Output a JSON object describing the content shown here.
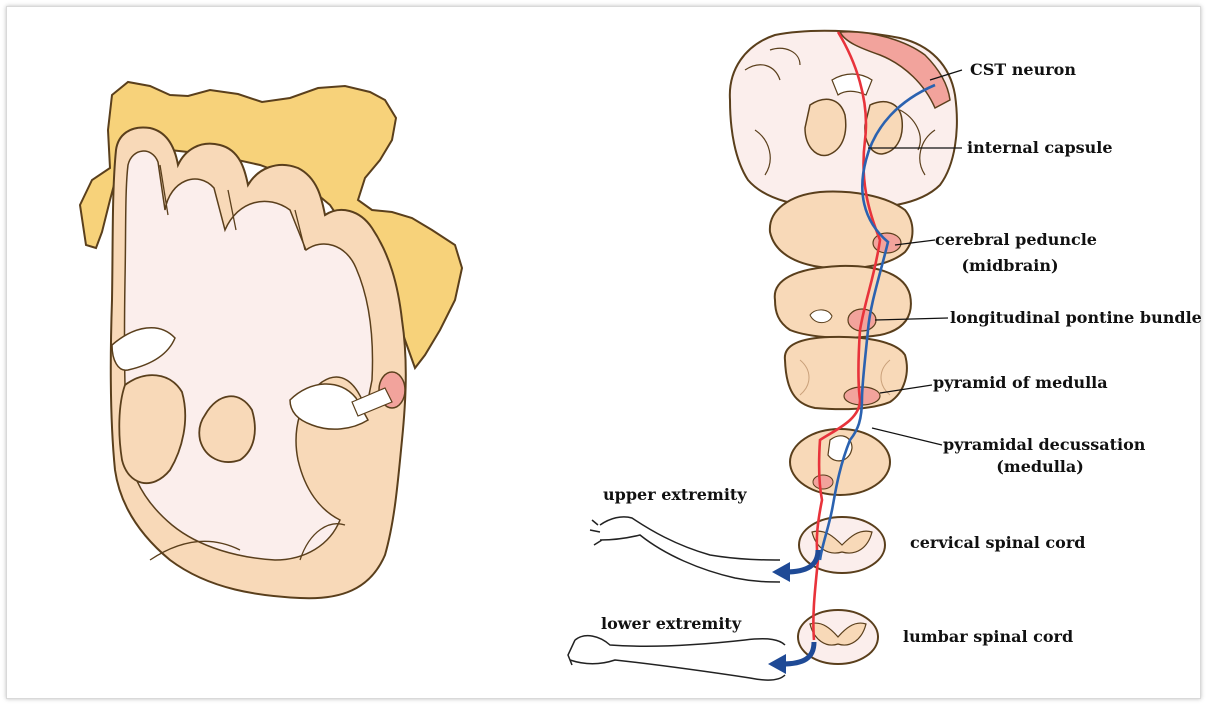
{
  "labels": {
    "cst_neuron": "CST neuron",
    "internal_capsule": "internal capsule",
    "cerebral_peduncle": "cerebral peduncle",
    "midbrain": "(midbrain)",
    "longitudinal_pontine_bundle": "longitudinal pontine bundle",
    "pyramid_of_medulla": "pyramid of medulla",
    "pyramidal_decussation": "pyramidal decussation",
    "medulla": "(medulla)",
    "upper_extremity": "upper extremity",
    "cervical_spinal_cord": "cervical spinal cord",
    "lower_extremity": "lower extremity",
    "lumbar_spinal_cord": "lumbar spinal cord"
  },
  "colors": {
    "tract_red": "#e8333b",
    "tract_blue": "#2b62b0",
    "arrow_blue": "#1f4a96",
    "tissue_pink": "#fbeeec",
    "gray_matter": "#f8d9b8",
    "highlight": "#f2a39c",
    "homunculus": "#f7d27a"
  }
}
